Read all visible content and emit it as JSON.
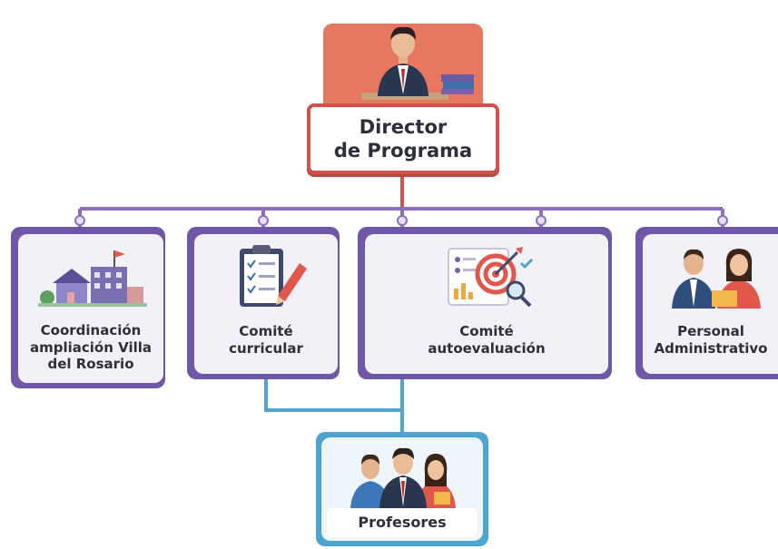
{
  "colors": {
    "director_accent": "#d0524a",
    "director_header": "#e8775f",
    "unit_accent": "#7b5fb0",
    "unit_shadow": "#5b4590",
    "teacher_accent": "#4da4cf",
    "connector_purple": "#8b6fc0",
    "connector_blue": "#4fa6d3",
    "connector_red": "#d0524a"
  },
  "director": {
    "label_line1": "Director",
    "label_line2": "de Programa",
    "icon": "director-at-desk-icon"
  },
  "units": [
    {
      "lines": [
        "Coordinación",
        "ampliación Villa",
        "del Rosario"
      ],
      "icon": "campus-buildings-icon"
    },
    {
      "lines": [
        "Comité",
        "curricular"
      ],
      "icon": "clipboard-checklist-icon"
    },
    {
      "lines": [
        "Comité",
        "autoevaluación"
      ],
      "icon": "target-evaluation-icon"
    },
    {
      "lines": [
        "Personal",
        "Administrativo"
      ],
      "icon": "admin-staff-icon"
    }
  ],
  "teachers": {
    "label": "Profesores",
    "icon": "teachers-group-icon"
  }
}
